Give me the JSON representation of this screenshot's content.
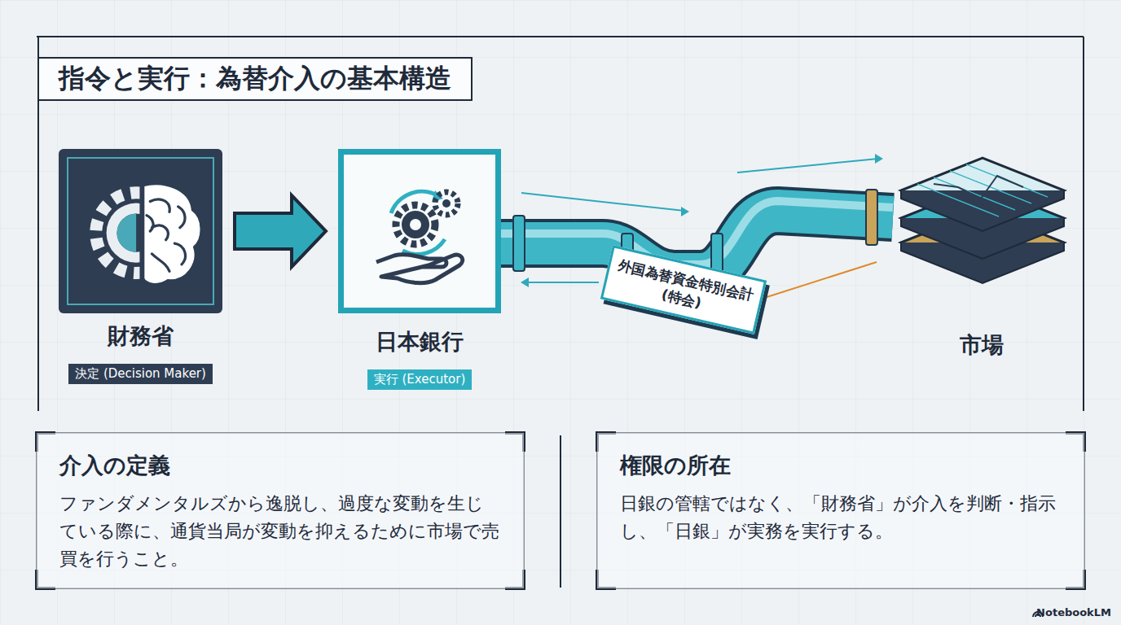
{
  "diagram": {
    "title": "指令と実行：為替介入の基本構造",
    "nodes": [
      {
        "text": [
          "財務省",
          "決定 (Decision Maker)"
        ]
      },
      {
        "text": [
          "日本銀行",
          "実行 (Executor)"
        ]
      },
      {
        "text": [
          "外国為替資金特別会計 (特会)"
        ]
      },
      {
        "text": [
          "市場"
        ]
      },
      {
        "text": [
          "介入の定義",
          "ファンダメンタルズから逸脱し、過度な変動を生じている際に、通貨当局が変動を抑えるために市場で売買を行うこと。"
        ]
      },
      {
        "text": [
          "権限の所在",
          "日銀の管轄ではなく、「財務省」が介入を判断・指示し、「日銀」が実務を実行する。"
        ]
      }
    ],
    "edges": [
      {
        "from": 0,
        "to": 1,
        "arrow": "to"
      },
      {
        "from": 1,
        "to": 3,
        "arrow": "both"
      }
    ],
    "labels": [
      "NotebookLM"
    ]
  }
}
